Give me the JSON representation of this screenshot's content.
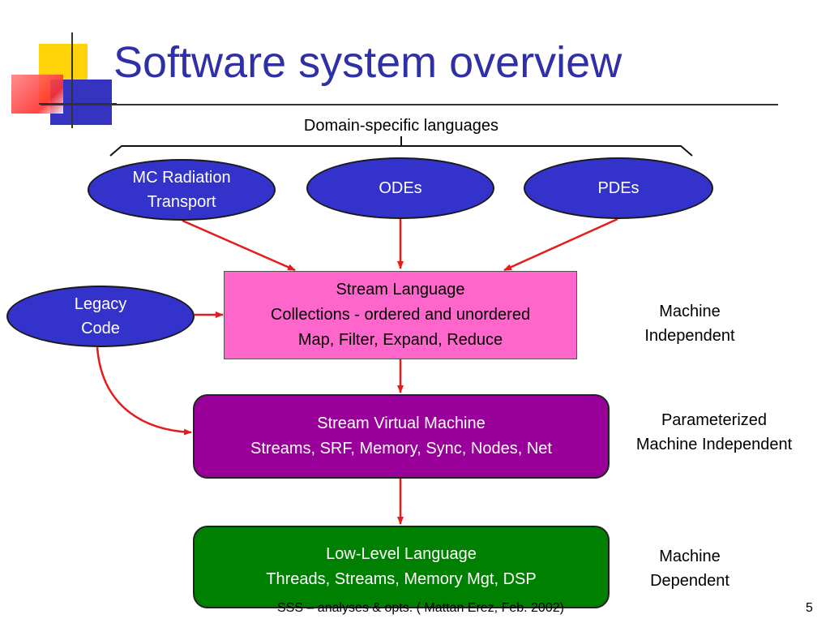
{
  "slide": {
    "title": "Software system overview",
    "footer": "SSS – analyses & opts. ( Mattan Erez, Feb. 2002)",
    "page_number": "5"
  },
  "diagram": {
    "brace_label": "Domain-specific languages",
    "ovals": {
      "mc_line1": "MC Radiation",
      "mc_line2": "Transport",
      "odes": "ODEs",
      "pdes": "PDEs",
      "legacy_line1": "Legacy",
      "legacy_line2": "Code"
    },
    "stream_language": {
      "line1": "Stream Language",
      "line2": "Collections - ordered and unordered",
      "line3": "Map, Filter, Expand, Reduce"
    },
    "stream_vm": {
      "line1": "Stream Virtual Machine",
      "line2": "Streams, SRF, Memory, Sync, Nodes, Net"
    },
    "low_level": {
      "line1": "Low-Level Language",
      "line2": "Threads, Streams, Memory Mgt, DSP"
    },
    "side_labels": {
      "mi_line1": "Machine",
      "mi_line2": "Independent",
      "pmi_line1": "Parameterized",
      "pmi_line2": "Machine Independent",
      "md_line1": "Machine",
      "md_line2": "Dependent"
    },
    "colors": {
      "oval_fill": "#3333cc",
      "stream_language_fill": "#ff66cc",
      "stream_vm_fill": "#990099",
      "low_level_fill": "#008000",
      "arrow": "#e51c1c",
      "title": "#2f2fa8"
    }
  }
}
